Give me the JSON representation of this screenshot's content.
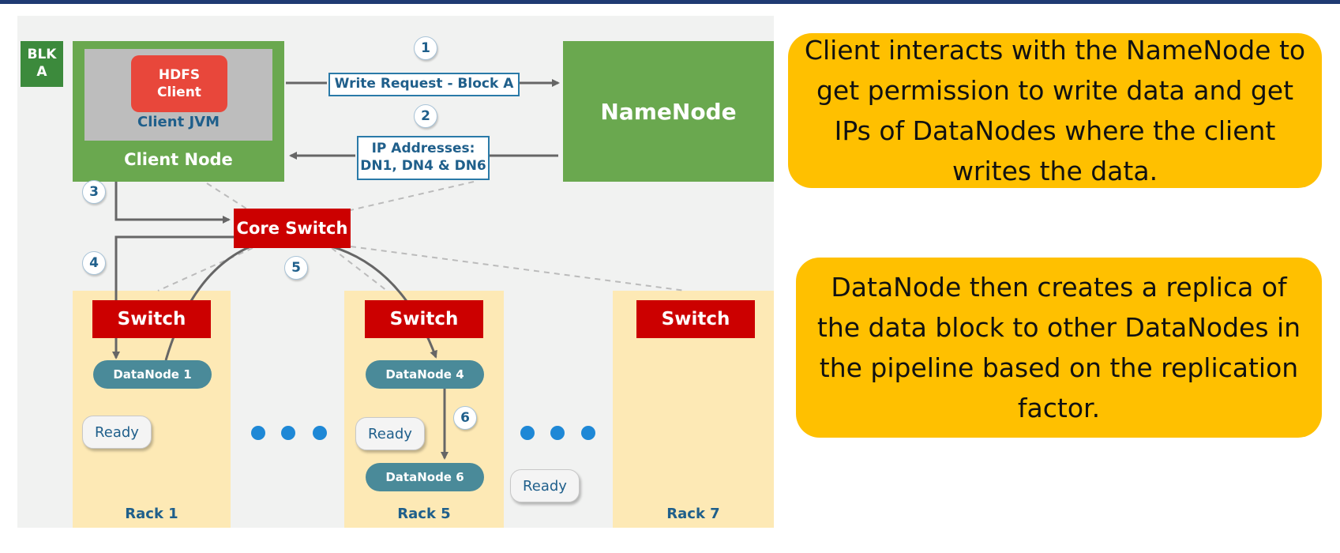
{
  "diagram": {
    "blk_label": "BLK\nA",
    "hdfs_client_label": "HDFS\nClient",
    "client_jvm_label": "Client JVM",
    "client_node_label": "Client Node",
    "namenode_label": "NameNode",
    "write_request_label": "Write Request - Block A",
    "ip_addresses_label": "IP Addresses:\nDN1, DN4 & DN6",
    "core_switch_label": "Core Switch",
    "step_numbers": [
      "1",
      "2",
      "3",
      "4",
      "5",
      "6"
    ],
    "racks": [
      {
        "label": "Rack 1",
        "switch": "Switch",
        "datanodes": [
          "DataNode 1"
        ],
        "ready": [
          "Ready"
        ]
      },
      {
        "label": "Rack 5",
        "switch": "Switch",
        "datanodes": [
          "DataNode 4",
          "DataNode 6"
        ],
        "ready": [
          "Ready",
          "Ready"
        ]
      },
      {
        "label": "Rack 7",
        "switch": "Switch"
      }
    ]
  },
  "callouts": [
    "Client interacts with the NameNode to get permission to write data and get IPs of DataNodes where the client writes the data.",
    "DataNode then creates a replica of the data block to other DataNodes in the pipeline based on the replication factor."
  ],
  "colors": {
    "top_bar": "#1f3b73",
    "green_node": "#6aa84f",
    "switch_red": "#cc0000",
    "rack_fill": "#fde9b5",
    "datanode_teal": "#4a8a99",
    "callout_yellow": "#ffc000",
    "dots_blue": "#1e88d6"
  }
}
